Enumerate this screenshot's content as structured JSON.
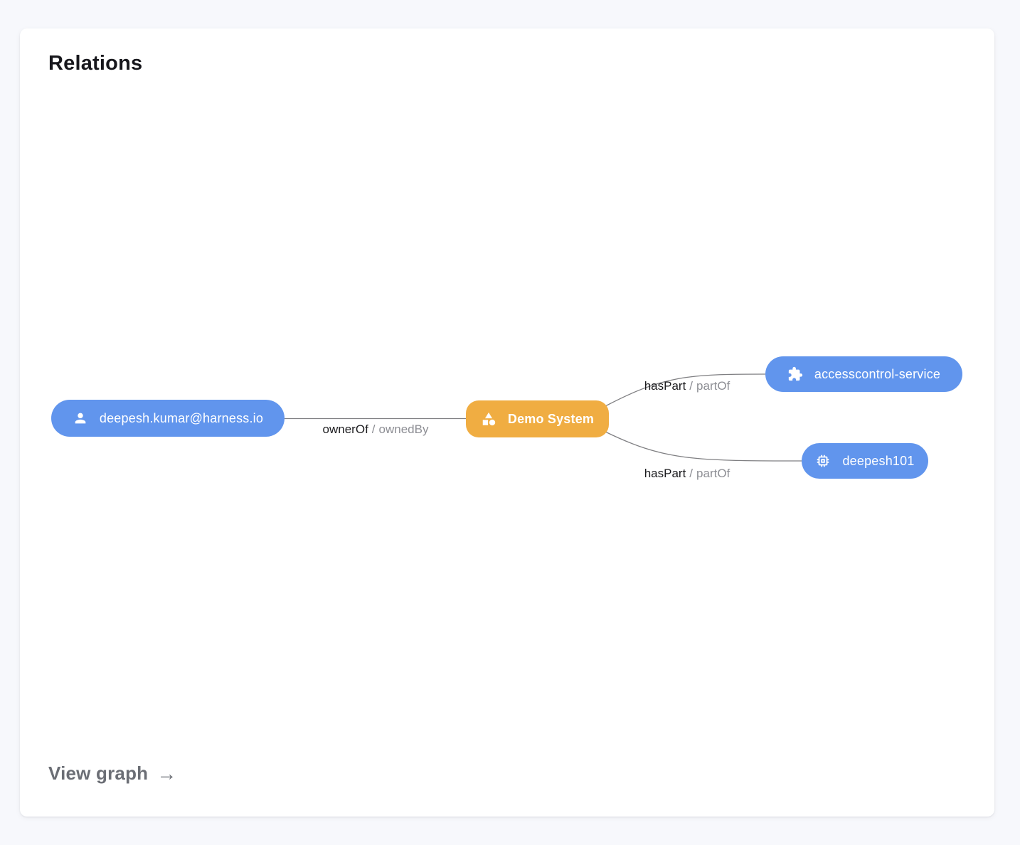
{
  "card": {
    "title": "Relations",
    "footer_link": "View graph",
    "footer_arrow": "→"
  },
  "colors": {
    "node_blue": "#6195ed",
    "node_orange": "#f0ad42",
    "edge_line": "#7f7f82",
    "edge_label_primary": "#1c1c1f",
    "edge_label_secondary": "#8d8e94",
    "card_background": "#ffffff",
    "page_background": "#f7f8fc",
    "title_text": "#17171c",
    "footer_text": "#6b6e75"
  },
  "graph": {
    "nodes": [
      {
        "id": "user",
        "label": "deepesh.kumar@harness.io",
        "icon": "person-icon",
        "color": "#6195ed"
      },
      {
        "id": "system",
        "label": "Demo System",
        "icon": "shapes-icon",
        "color": "#f0ad42"
      },
      {
        "id": "service",
        "label": "accesscontrol-service",
        "icon": "puzzle-icon",
        "color": "#6195ed"
      },
      {
        "id": "component",
        "label": "deepesh101",
        "icon": "chip-icon",
        "color": "#6195ed"
      }
    ],
    "edges": [
      {
        "from": "user",
        "to": "system",
        "primary": "ownerOf",
        "separator": "/",
        "secondary": "ownedBy"
      },
      {
        "from": "system",
        "to": "service",
        "primary": "hasPart",
        "separator": "/",
        "secondary": "partOf"
      },
      {
        "from": "system",
        "to": "component",
        "primary": "hasPart",
        "separator": "/",
        "secondary": "partOf"
      }
    ]
  }
}
